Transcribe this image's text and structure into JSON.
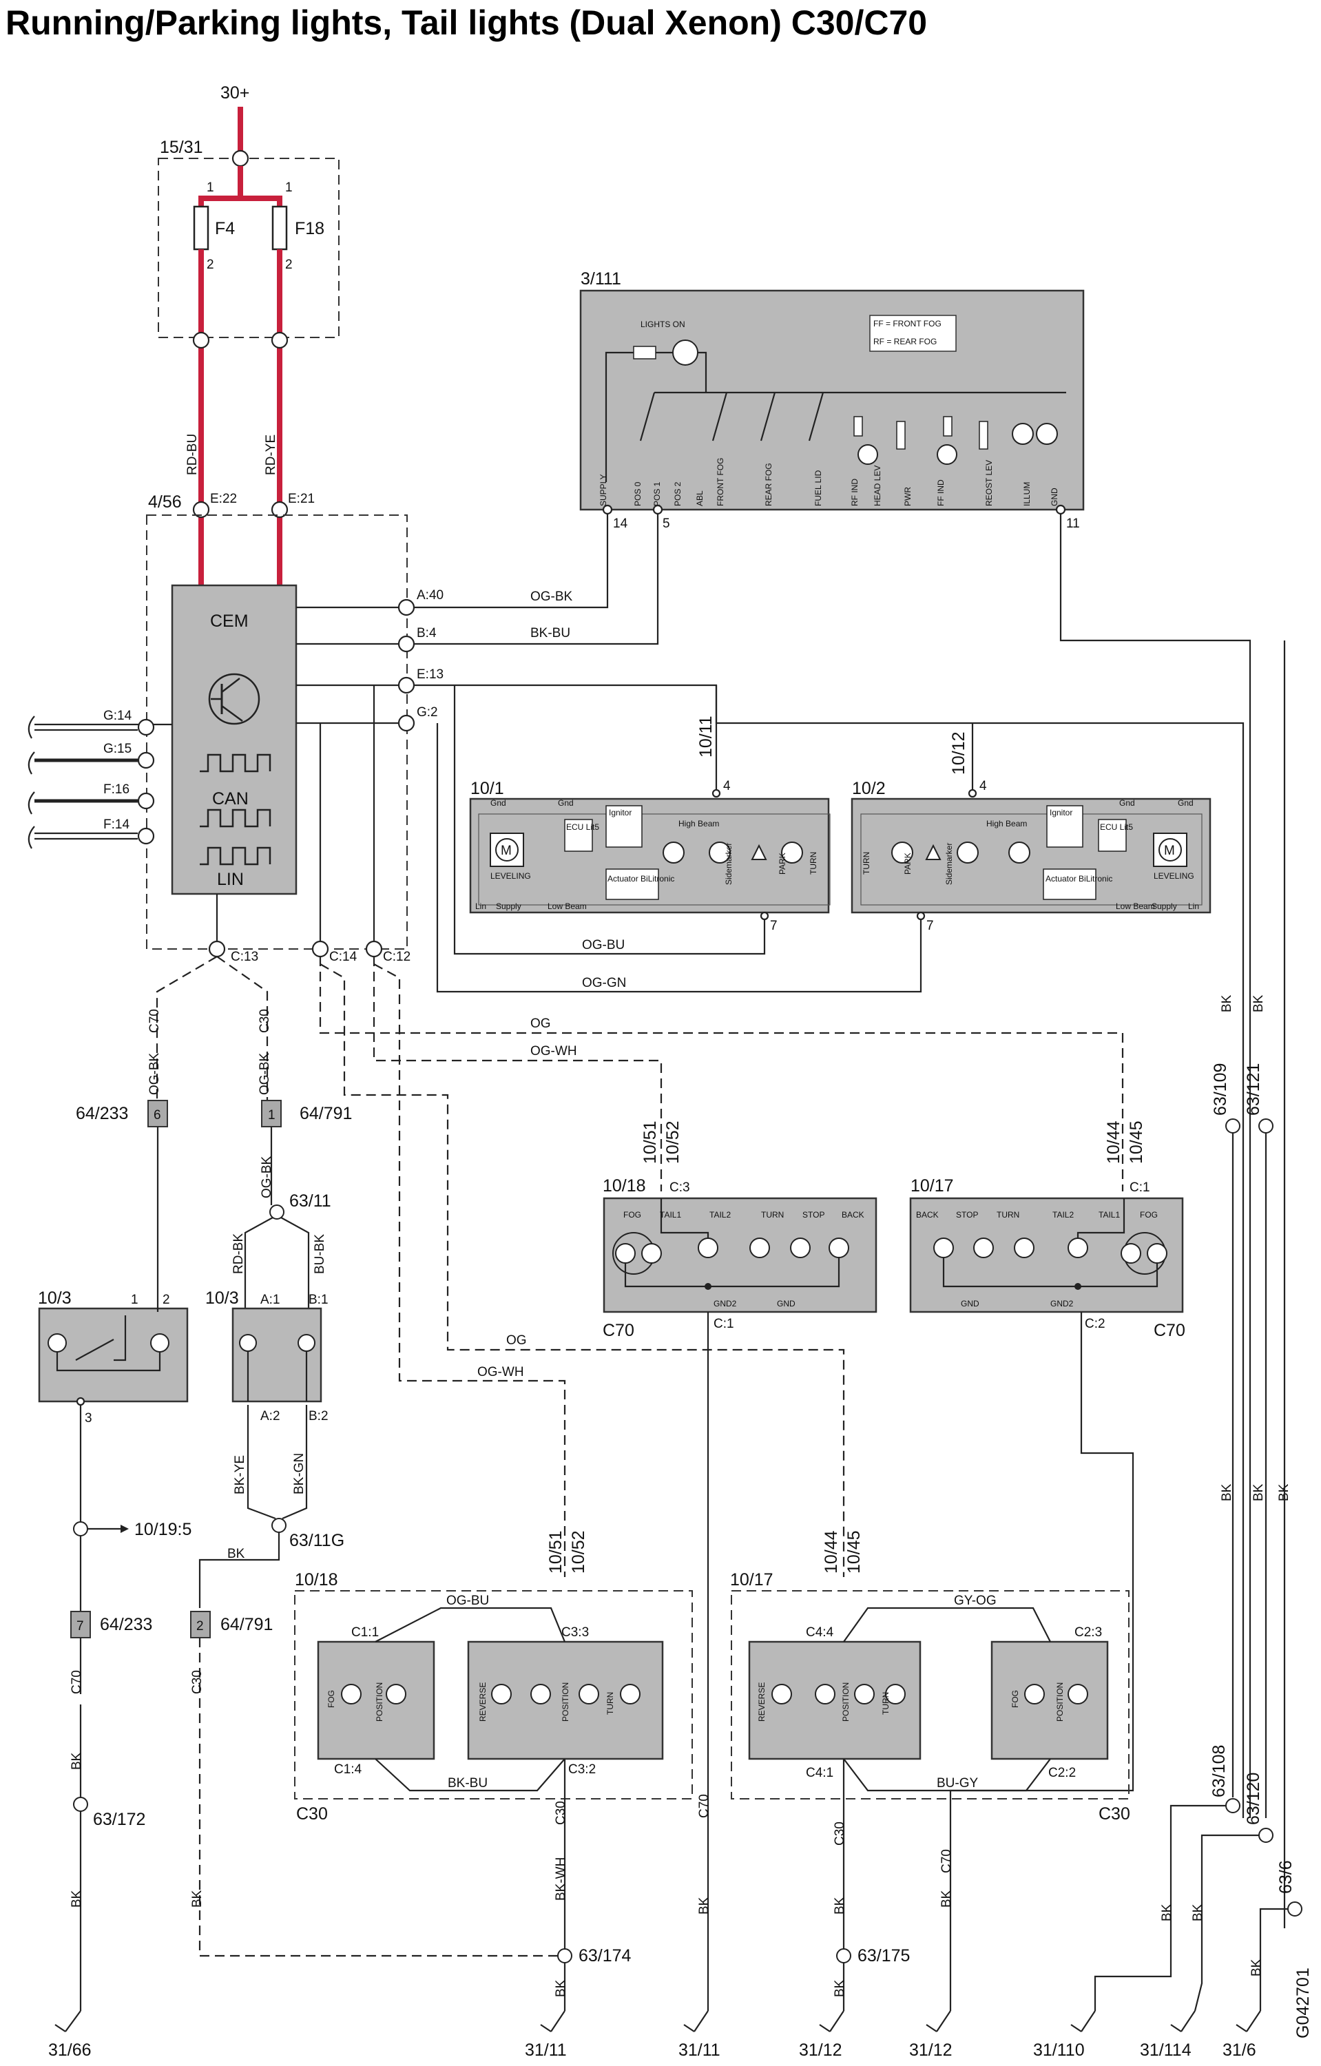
{
  "title": "Running/Parking lights, Tail lights (Dual Xenon) C30/C70",
  "diagram_id": "G042701",
  "power": {
    "supply": "30+",
    "fusebox": "15/31",
    "fuse_a": "F4",
    "fuse_b": "F18",
    "pin1": "1",
    "pin2": "2"
  },
  "cem": {
    "box": "4/56",
    "name": "CEM",
    "can": "CAN",
    "lin": "LIN",
    "pins_left": [
      "G:14",
      "G:15",
      "F:16",
      "F:14"
    ],
    "pins_right": [
      "A:40",
      "B:4",
      "E:13",
      "G:2"
    ],
    "pins_top": [
      "E:22",
      "E:21"
    ],
    "pins_bottom": [
      "C:13",
      "C:14",
      "C:12"
    ]
  },
  "switch_module": {
    "id": "3/111",
    "legend_ff": "FF = FRONT FOG",
    "legend_rf": "RF = REAR FOG",
    "lights_on": "LIGHTS ON",
    "pins": [
      "SUPPLY",
      "POS 0",
      "POS 1",
      "POS 2",
      "ABL",
      "FRONT FOG",
      "REAR FOG",
      "FUEL LID",
      "RF IND",
      "HEAD LEV",
      "PWR",
      "FF IND",
      "REOST LEV",
      "ILLUM",
      "GND"
    ],
    "conn": [
      "14",
      "5",
      "11"
    ]
  },
  "headlamp_left": {
    "id": "10/1",
    "ref": "10/11",
    "pin_top": "4",
    "pin_bot": "7",
    "labels": [
      "Gnd",
      "Gnd",
      "LEVELING",
      "ECU Lit5",
      "Ignitor",
      "Actuator BiLitronic",
      "High Beam",
      "Sidemarker",
      "PARK",
      "TURN",
      "Lin",
      "Supply",
      "Low Beam"
    ]
  },
  "headlamp_right": {
    "id": "10/2",
    "ref": "10/12",
    "pin_top": "4",
    "pin_bot": "7",
    "labels": [
      "TURN",
      "PARK",
      "Sidemarker",
      "High Beam",
      "Ignitor",
      "ECU Lit5",
      "Actuator BiLitronic",
      "Gnd",
      "Gnd",
      "LEVELING",
      "Low Beam",
      "Supply",
      "Lin"
    ]
  },
  "wires": {
    "og_bk": "OG-BK",
    "bk_bu": "BK-BU",
    "og_bu": "OG-BU",
    "og_gn": "OG-GN",
    "og": "OG",
    "og_wh": "OG-WH",
    "rd_bu": "RD-BU",
    "rd_ye": "RD-YE",
    "rd_bk": "RD-BK",
    "bu_bk": "BU-BK",
    "bk_ye": "BK-YE",
    "bk_gn": "BK-GN",
    "bk": "BK",
    "bk_wh": "BK-WH",
    "gy_og": "GY-OG",
    "bu_gy": "BU-GY"
  },
  "variants": {
    "c30": "C30",
    "c70": "C70"
  },
  "connectors": {
    "c64_233": "64/233",
    "c64_791": "64/791",
    "pin6": "6",
    "pin1": "1",
    "pin7": "7",
    "pin2": "2",
    "s63_11": "63/11",
    "s63_11g": "63/11G",
    "s63_109": "63/109",
    "s63_121": "63/121",
    "s63_108": "63/108",
    "s63_120": "63/120",
    "s63_6": "63/6",
    "s63_172": "63/172",
    "s63_174": "63/174",
    "s63_175": "63/175",
    "ref_10_19": "10/19:5"
  },
  "relay": {
    "id": "10/3",
    "pins": [
      "1",
      "2",
      "3"
    ]
  },
  "fog_switch": {
    "id": "10/3",
    "pins": [
      "A:1",
      "B:1",
      "A:2",
      "B:2"
    ]
  },
  "tail_c70_left": {
    "id": "10/18",
    "ref_a": "10/51",
    "ref_b": "10/52",
    "pin": "C:3",
    "pin_out": "C:1",
    "variant": "C70",
    "bulbs": [
      "FOG",
      "TAIL1",
      "TAIL2",
      "TURN",
      "STOP",
      "BACK"
    ],
    "gnd": [
      "GND2",
      "GND"
    ]
  },
  "tail_c70_right": {
    "id": "10/17",
    "ref_a": "10/44",
    "ref_b": "10/45",
    "pin": "C:1",
    "pin_out": "C:2",
    "variant": "C70",
    "bulbs": [
      "BACK",
      "STOP",
      "TURN",
      "TAIL2",
      "TAIL1",
      "FOG"
    ],
    "gnd": [
      "GND",
      "GND2"
    ]
  },
  "tail_c30_left": {
    "id": "10/18",
    "variant": "C30",
    "ref_a": "10/51",
    "ref_b": "10/52",
    "pins": [
      "C1:1",
      "C3:3",
      "C1:4",
      "C3:2"
    ],
    "bulbs_a": [
      "FOG",
      "POSITION"
    ],
    "bulbs_b": [
      "REVERSE",
      "POSITION",
      "TURN"
    ]
  },
  "tail_c30_right": {
    "id": "10/17",
    "variant": "C30",
    "ref_a": "10/44",
    "ref_b": "10/45",
    "pins": [
      "C4:4",
      "C2:3",
      "C4:1",
      "C2:2"
    ],
    "bulbs_a": [
      "REVERSE",
      "POSITION",
      "TURN"
    ],
    "bulbs_b": [
      "FOG",
      "POSITION"
    ]
  },
  "grounds": [
    "31/66",
    "31/11",
    "31/11",
    "31/12",
    "31/12",
    "31/110",
    "31/114",
    "31/6"
  ]
}
